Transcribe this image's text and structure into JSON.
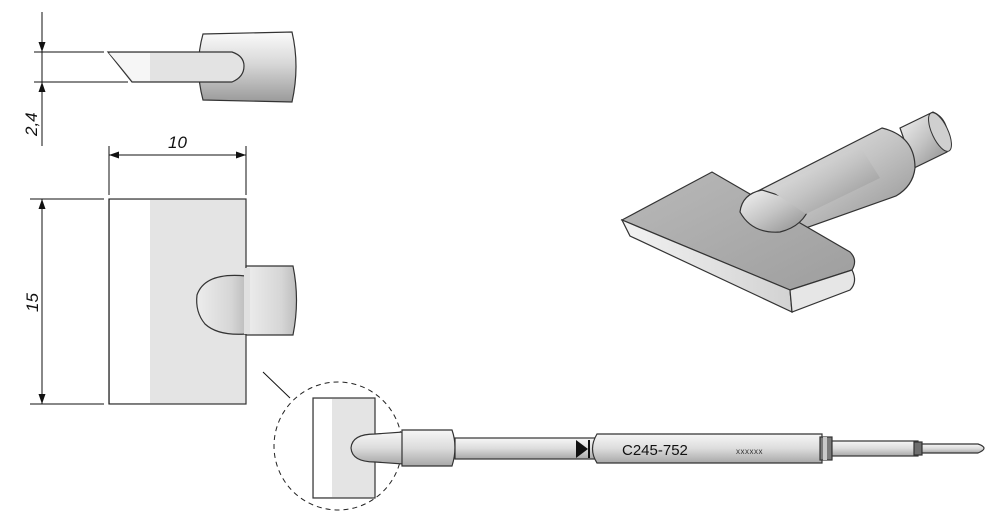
{
  "dimensions": {
    "thickness": "2,4",
    "width": "10",
    "length": "15"
  },
  "cartridge": {
    "model": "C245-752",
    "serial": "xxxxxx"
  },
  "icons": {
    "direction_marker": "diode-arrow-icon"
  }
}
